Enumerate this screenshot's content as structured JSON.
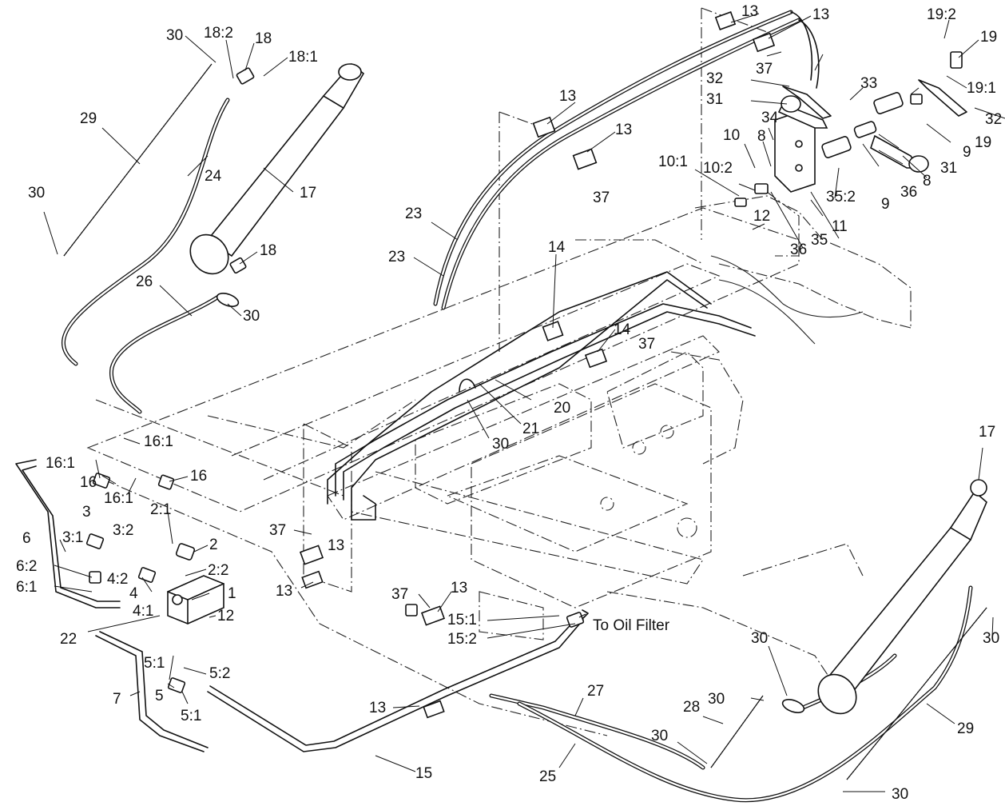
{
  "note": "To Oil Filter",
  "callouts": [
    "30",
    "18:2",
    "18",
    "18:1",
    "29",
    "24",
    "17",
    "30",
    "18",
    "26",
    "30",
    "13",
    "13",
    "37",
    "19:2",
    "19",
    "33",
    "32",
    "31",
    "34",
    "8",
    "10",
    "10:1",
    "10:2",
    "12",
    "35:2",
    "11",
    "35",
    "36",
    "9",
    "36",
    "8",
    "31",
    "9",
    "19",
    "32",
    "19:1",
    "13",
    "13",
    "37",
    "23",
    "23",
    "14",
    "14",
    "37",
    "20",
    "21",
    "30",
    "16:1",
    "16:1",
    "16",
    "16:1",
    "16",
    "2:1",
    "3",
    "3:2",
    "3:1",
    "6",
    "2",
    "6:2",
    "2:2",
    "4:2",
    "6:1",
    "4",
    "1",
    "4:1",
    "12",
    "22",
    "5:1",
    "5:2",
    "7",
    "5",
    "5:1",
    "37",
    "13",
    "13",
    "37",
    "13",
    "15:1",
    "15:2",
    "13",
    "17",
    "30",
    "30",
    "30",
    "28",
    "27",
    "29",
    "30",
    "25",
    "15",
    "30"
  ]
}
